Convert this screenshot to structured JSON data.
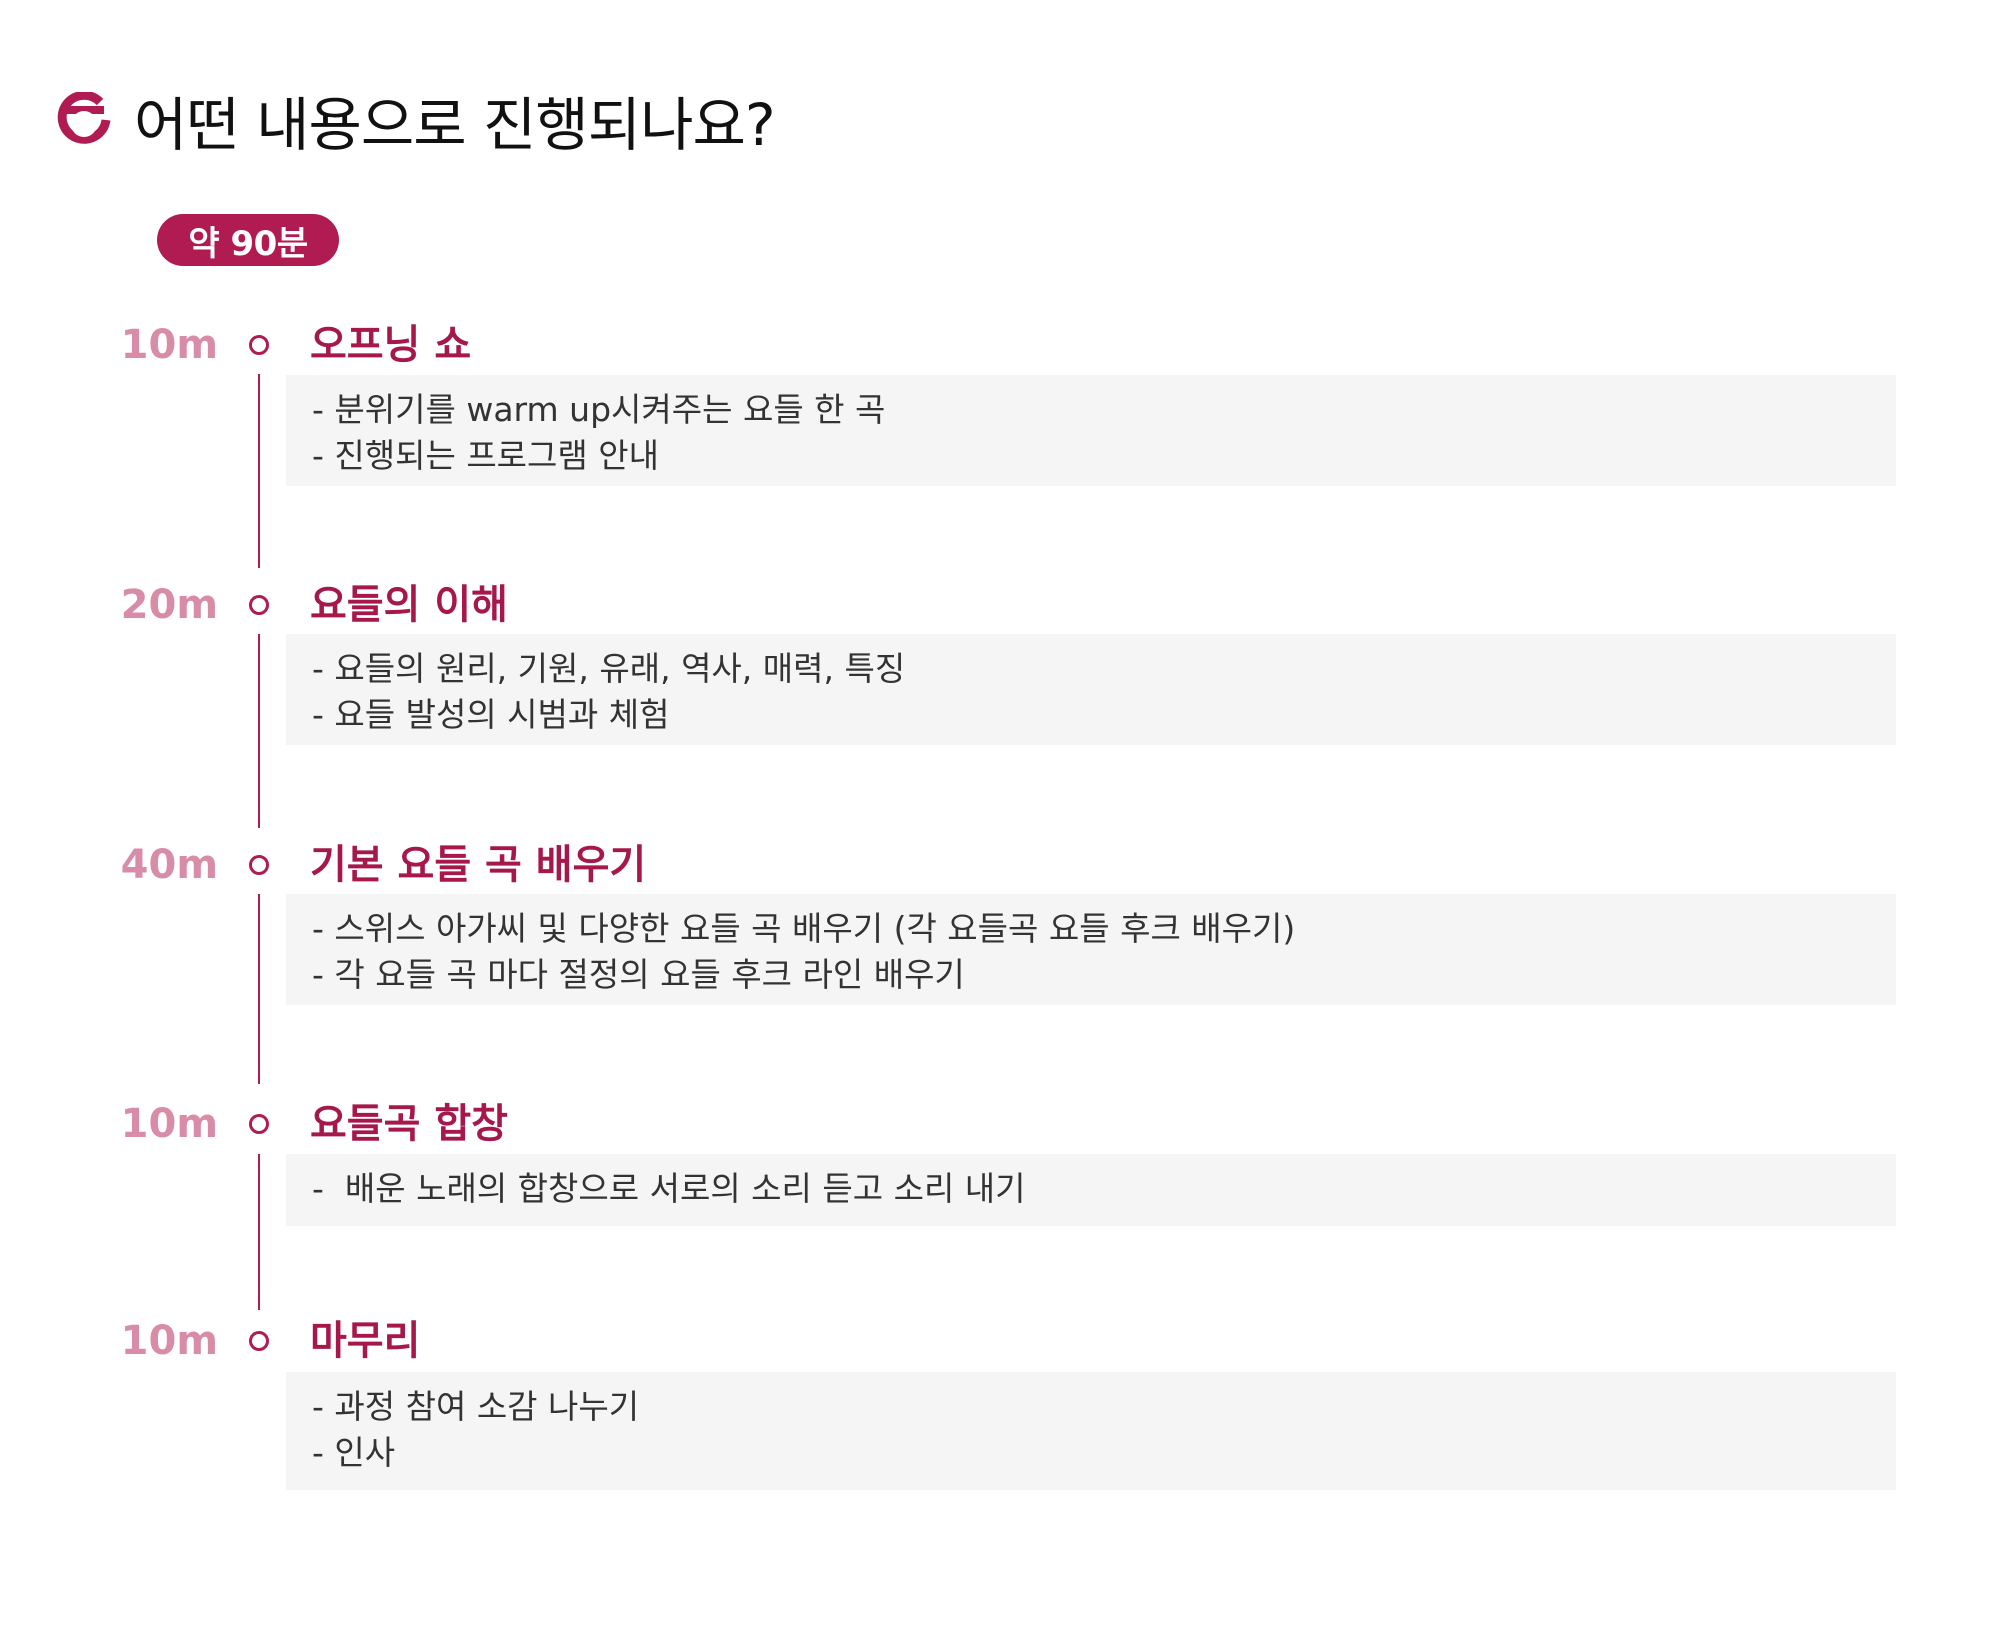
{
  "header": {
    "title": "어떤 내용으로 진행되나요?",
    "logo_icon": "ring-logo-icon",
    "accent_color": "#b01c52"
  },
  "badge": {
    "label": "약 90분"
  },
  "sections": [
    {
      "time": "10m",
      "title": "오프닝 쇼",
      "lines": [
        "- 분위기를 warm up시켜주는 요들 한 곡",
        "- 진행되는 프로그램 안내"
      ]
    },
    {
      "time": "20m",
      "title": "요들의 이해",
      "lines": [
        "- 요들의 원리, 기원, 유래, 역사, 매력, 특징",
        "- 요들 발성의 시범과 체험"
      ]
    },
    {
      "time": "40m",
      "title": "기본 요들 곡 배우기",
      "lines": [
        "- 스위스 아가씨 및 다양한 요들 곡 배우기 (각 요들곡 요들 후크 배우기)",
        "- 각 요들 곡 마다 절정의 요들 후크 라인 배우기"
      ]
    },
    {
      "time": "10m",
      "title": "요들곡 합창",
      "lines": [
        "-  배운 노래의 합창으로 서로의 소리 듣고 소리 내기"
      ]
    },
    {
      "time": "10m",
      "title": "마무리",
      "lines": [
        "- 과정 참여 소감 나누기",
        "- 인사"
      ]
    }
  ]
}
